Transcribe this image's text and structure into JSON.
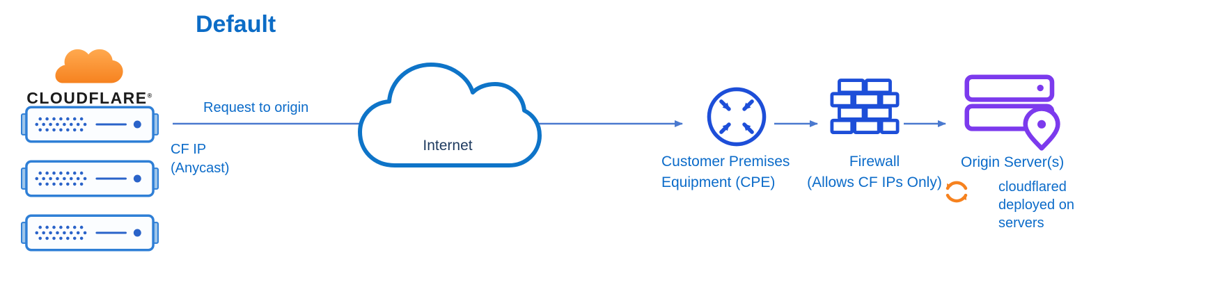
{
  "title": "Default",
  "logo": {
    "text": "CLOUDFLARE",
    "reg": "®"
  },
  "flow": {
    "request_label": "Request to origin",
    "cf_ip_line1": "CF IP",
    "cf_ip_line2": "(Anycast)"
  },
  "internet": {
    "label": "Internet"
  },
  "cpe": {
    "line1": "Customer Premises",
    "line2": "Equipment (CPE)"
  },
  "firewall": {
    "line1": "Firewall",
    "line2": "(Allows CF IPs Only)"
  },
  "origin": {
    "label": "Origin Server(s)"
  },
  "cloudflared": {
    "line1": "cloudflared",
    "line2": "deployed on",
    "line3": "servers"
  },
  "colors": {
    "label_blue": "#0b6bc9",
    "title_blue": "#0c6cc6",
    "icon_blue": "#1d4ed8",
    "cloud_stroke_blue": "#0e74c8",
    "connector_blue": "#4a79cf",
    "server_border_blue": "#2f7fd6",
    "server_detail_blue": "#2a63c9",
    "origin_purple": "#7c3aed",
    "cloudflared_orange": "#f6821f",
    "logo_orange_light": "#ffa94f",
    "logo_orange_dark": "#f6821f",
    "internet_text": "#1e3a5f"
  }
}
